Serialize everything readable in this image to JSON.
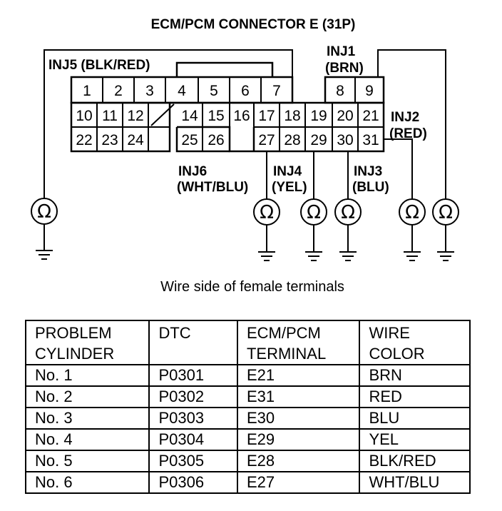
{
  "title": "ECM/PCM CONNECTOR E (31P)",
  "caption": "Wire side of female terminals",
  "connector": {
    "row1": [
      "1",
      "2",
      "3",
      "4",
      "5",
      "6",
      "7",
      "8",
      "9"
    ],
    "row2": [
      "10",
      "11",
      "12",
      "14",
      "15",
      "16",
      "17",
      "18",
      "19",
      "20",
      "21"
    ],
    "row3": [
      "22",
      "23",
      "24",
      "25",
      "26",
      "27",
      "28",
      "29",
      "30",
      "31"
    ]
  },
  "injectors": {
    "inj5": {
      "name": "INJ5 (BLK/RED)"
    },
    "inj1": {
      "name": "INJ1",
      "color": "(BRN)"
    },
    "inj2": {
      "name": "INJ2",
      "color": "(RED)"
    },
    "inj6": {
      "name": "INJ6",
      "color": "(WHT/BLU)"
    },
    "inj4": {
      "name": "INJ4",
      "color": "(YEL)"
    },
    "inj3": {
      "name": "INJ3",
      "color": "(BLU)"
    }
  },
  "ohm_symbol": "Ω",
  "table": {
    "headers": [
      "PROBLEM\nCYLINDER",
      "DTC",
      "ECM/PCM\nTERMINAL",
      "WIRE\nCOLOR"
    ],
    "rows": [
      [
        "No. 1",
        "P0301",
        "E21",
        "BRN"
      ],
      [
        "No. 2",
        "P0302",
        "E31",
        "RED"
      ],
      [
        "No. 3",
        "P0303",
        "E30",
        "BLU"
      ],
      [
        "No. 4",
        "P0304",
        "E29",
        "YEL"
      ],
      [
        "No. 5",
        "P0305",
        "E28",
        "BLK/RED"
      ],
      [
        "No. 6",
        "P0306",
        "E27",
        "WHT/BLU"
      ]
    ]
  }
}
